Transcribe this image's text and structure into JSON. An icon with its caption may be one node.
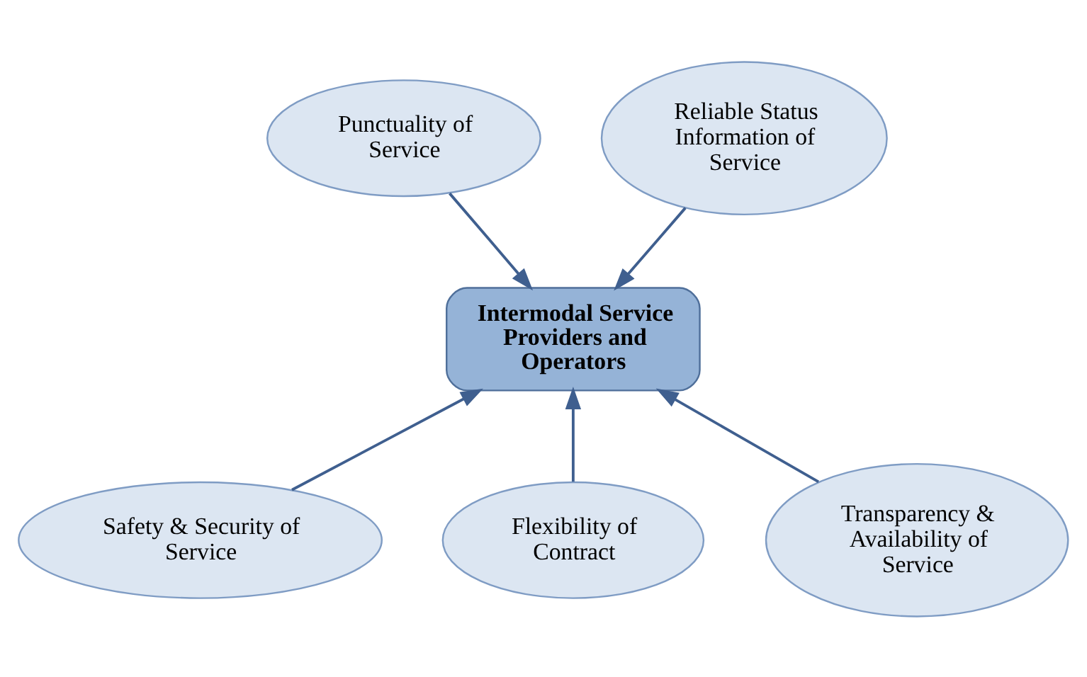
{
  "diagram": {
    "nodes": [
      {
        "text": [
          "Punctuality of Service"
        ]
      },
      {
        "text": [
          "Reliable Status Information of Service"
        ]
      },
      {
        "text": [
          "Intermodal Service Providers and Operators"
        ]
      },
      {
        "text": [
          "Safety & Security of Service"
        ]
      },
      {
        "text": [
          "Flexibility of Contract"
        ]
      },
      {
        "text": [
          "Transparency & Availability of Service"
        ]
      }
    ],
    "edges": [
      {
        "from": 0,
        "to": 2,
        "arrow": "to"
      },
      {
        "from": 1,
        "to": 2,
        "arrow": "to"
      },
      {
        "from": 3,
        "to": 2,
        "arrow": "to"
      },
      {
        "from": 4,
        "to": 2,
        "arrow": "to"
      },
      {
        "from": 5,
        "to": 2,
        "arrow": "to"
      }
    ]
  }
}
